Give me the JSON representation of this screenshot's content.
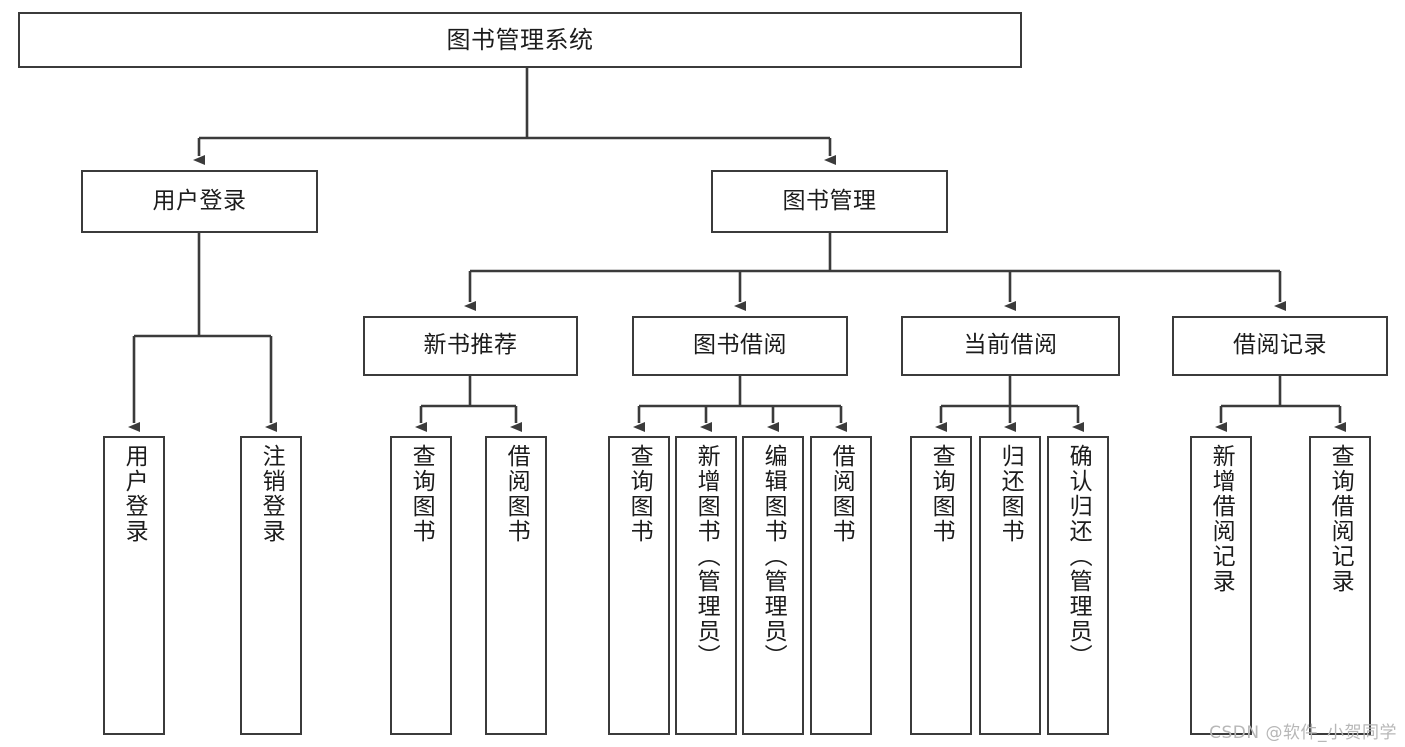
{
  "diagram": {
    "type": "tree-hierarchy-chart",
    "title": "图书管理系统",
    "stroke_color": "#3b3b3b",
    "text_color": "#1c1c1c",
    "background_color": "#ffffff",
    "levels": 4,
    "nodes": {
      "root": {
        "label": "图书管理系统",
        "level": 1
      },
      "user_login": {
        "label": "用户登录",
        "level": 2
      },
      "book_manage": {
        "label": "图书管理",
        "level": 2
      },
      "new_book_rec": {
        "label": "新书推荐",
        "level": 3
      },
      "book_borrow": {
        "label": "图书借阅",
        "level": 3
      },
      "current_borrow": {
        "label": "当前借阅",
        "level": 3
      },
      "borrow_record": {
        "label": "借阅记录",
        "level": 3
      },
      "leaf_user_login": {
        "label": "用户登录",
        "level": 4
      },
      "leaf_logout": {
        "label": "注销登录",
        "level": 4
      },
      "leaf_query_book_1": {
        "label": "查询图书",
        "level": 4
      },
      "leaf_borrow_book_1": {
        "label": "借阅图书",
        "level": 4
      },
      "leaf_query_book_2": {
        "label": "查询图书",
        "level": 4
      },
      "leaf_add_book": {
        "label": "新增图书（管理员）",
        "level": 4
      },
      "leaf_edit_book": {
        "label": "编辑图书（管理员）",
        "level": 4
      },
      "leaf_borrow_book_2": {
        "label": "借阅图书",
        "level": 4
      },
      "leaf_query_book_3": {
        "label": "查询图书",
        "level": 4
      },
      "leaf_return_book": {
        "label": "归还图书",
        "level": 4
      },
      "leaf_confirm_return": {
        "label": "确认归还（管理员）",
        "level": 4
      },
      "leaf_add_record": {
        "label": "新增借阅记录",
        "level": 4
      },
      "leaf_query_record": {
        "label": "查询借阅记录",
        "level": 4
      }
    },
    "edges": [
      {
        "from": "root",
        "to": "user_login"
      },
      {
        "from": "root",
        "to": "book_manage"
      },
      {
        "from": "user_login",
        "to": "leaf_user_login"
      },
      {
        "from": "user_login",
        "to": "leaf_logout"
      },
      {
        "from": "book_manage",
        "to": "new_book_rec"
      },
      {
        "from": "book_manage",
        "to": "book_borrow"
      },
      {
        "from": "book_manage",
        "to": "current_borrow"
      },
      {
        "from": "book_manage",
        "to": "borrow_record"
      },
      {
        "from": "new_book_rec",
        "to": "leaf_query_book_1"
      },
      {
        "from": "new_book_rec",
        "to": "leaf_borrow_book_1"
      },
      {
        "from": "book_borrow",
        "to": "leaf_query_book_2"
      },
      {
        "from": "book_borrow",
        "to": "leaf_add_book"
      },
      {
        "from": "book_borrow",
        "to": "leaf_edit_book"
      },
      {
        "from": "book_borrow",
        "to": "leaf_borrow_book_2"
      },
      {
        "from": "current_borrow",
        "to": "leaf_query_book_3"
      },
      {
        "from": "current_borrow",
        "to": "leaf_return_book"
      },
      {
        "from": "current_borrow",
        "to": "leaf_confirm_return"
      },
      {
        "from": "borrow_record",
        "to": "leaf_add_record"
      },
      {
        "from": "borrow_record",
        "to": "leaf_query_record"
      }
    ]
  },
  "watermark": {
    "text": "CSDN @软件_小贺同学"
  }
}
